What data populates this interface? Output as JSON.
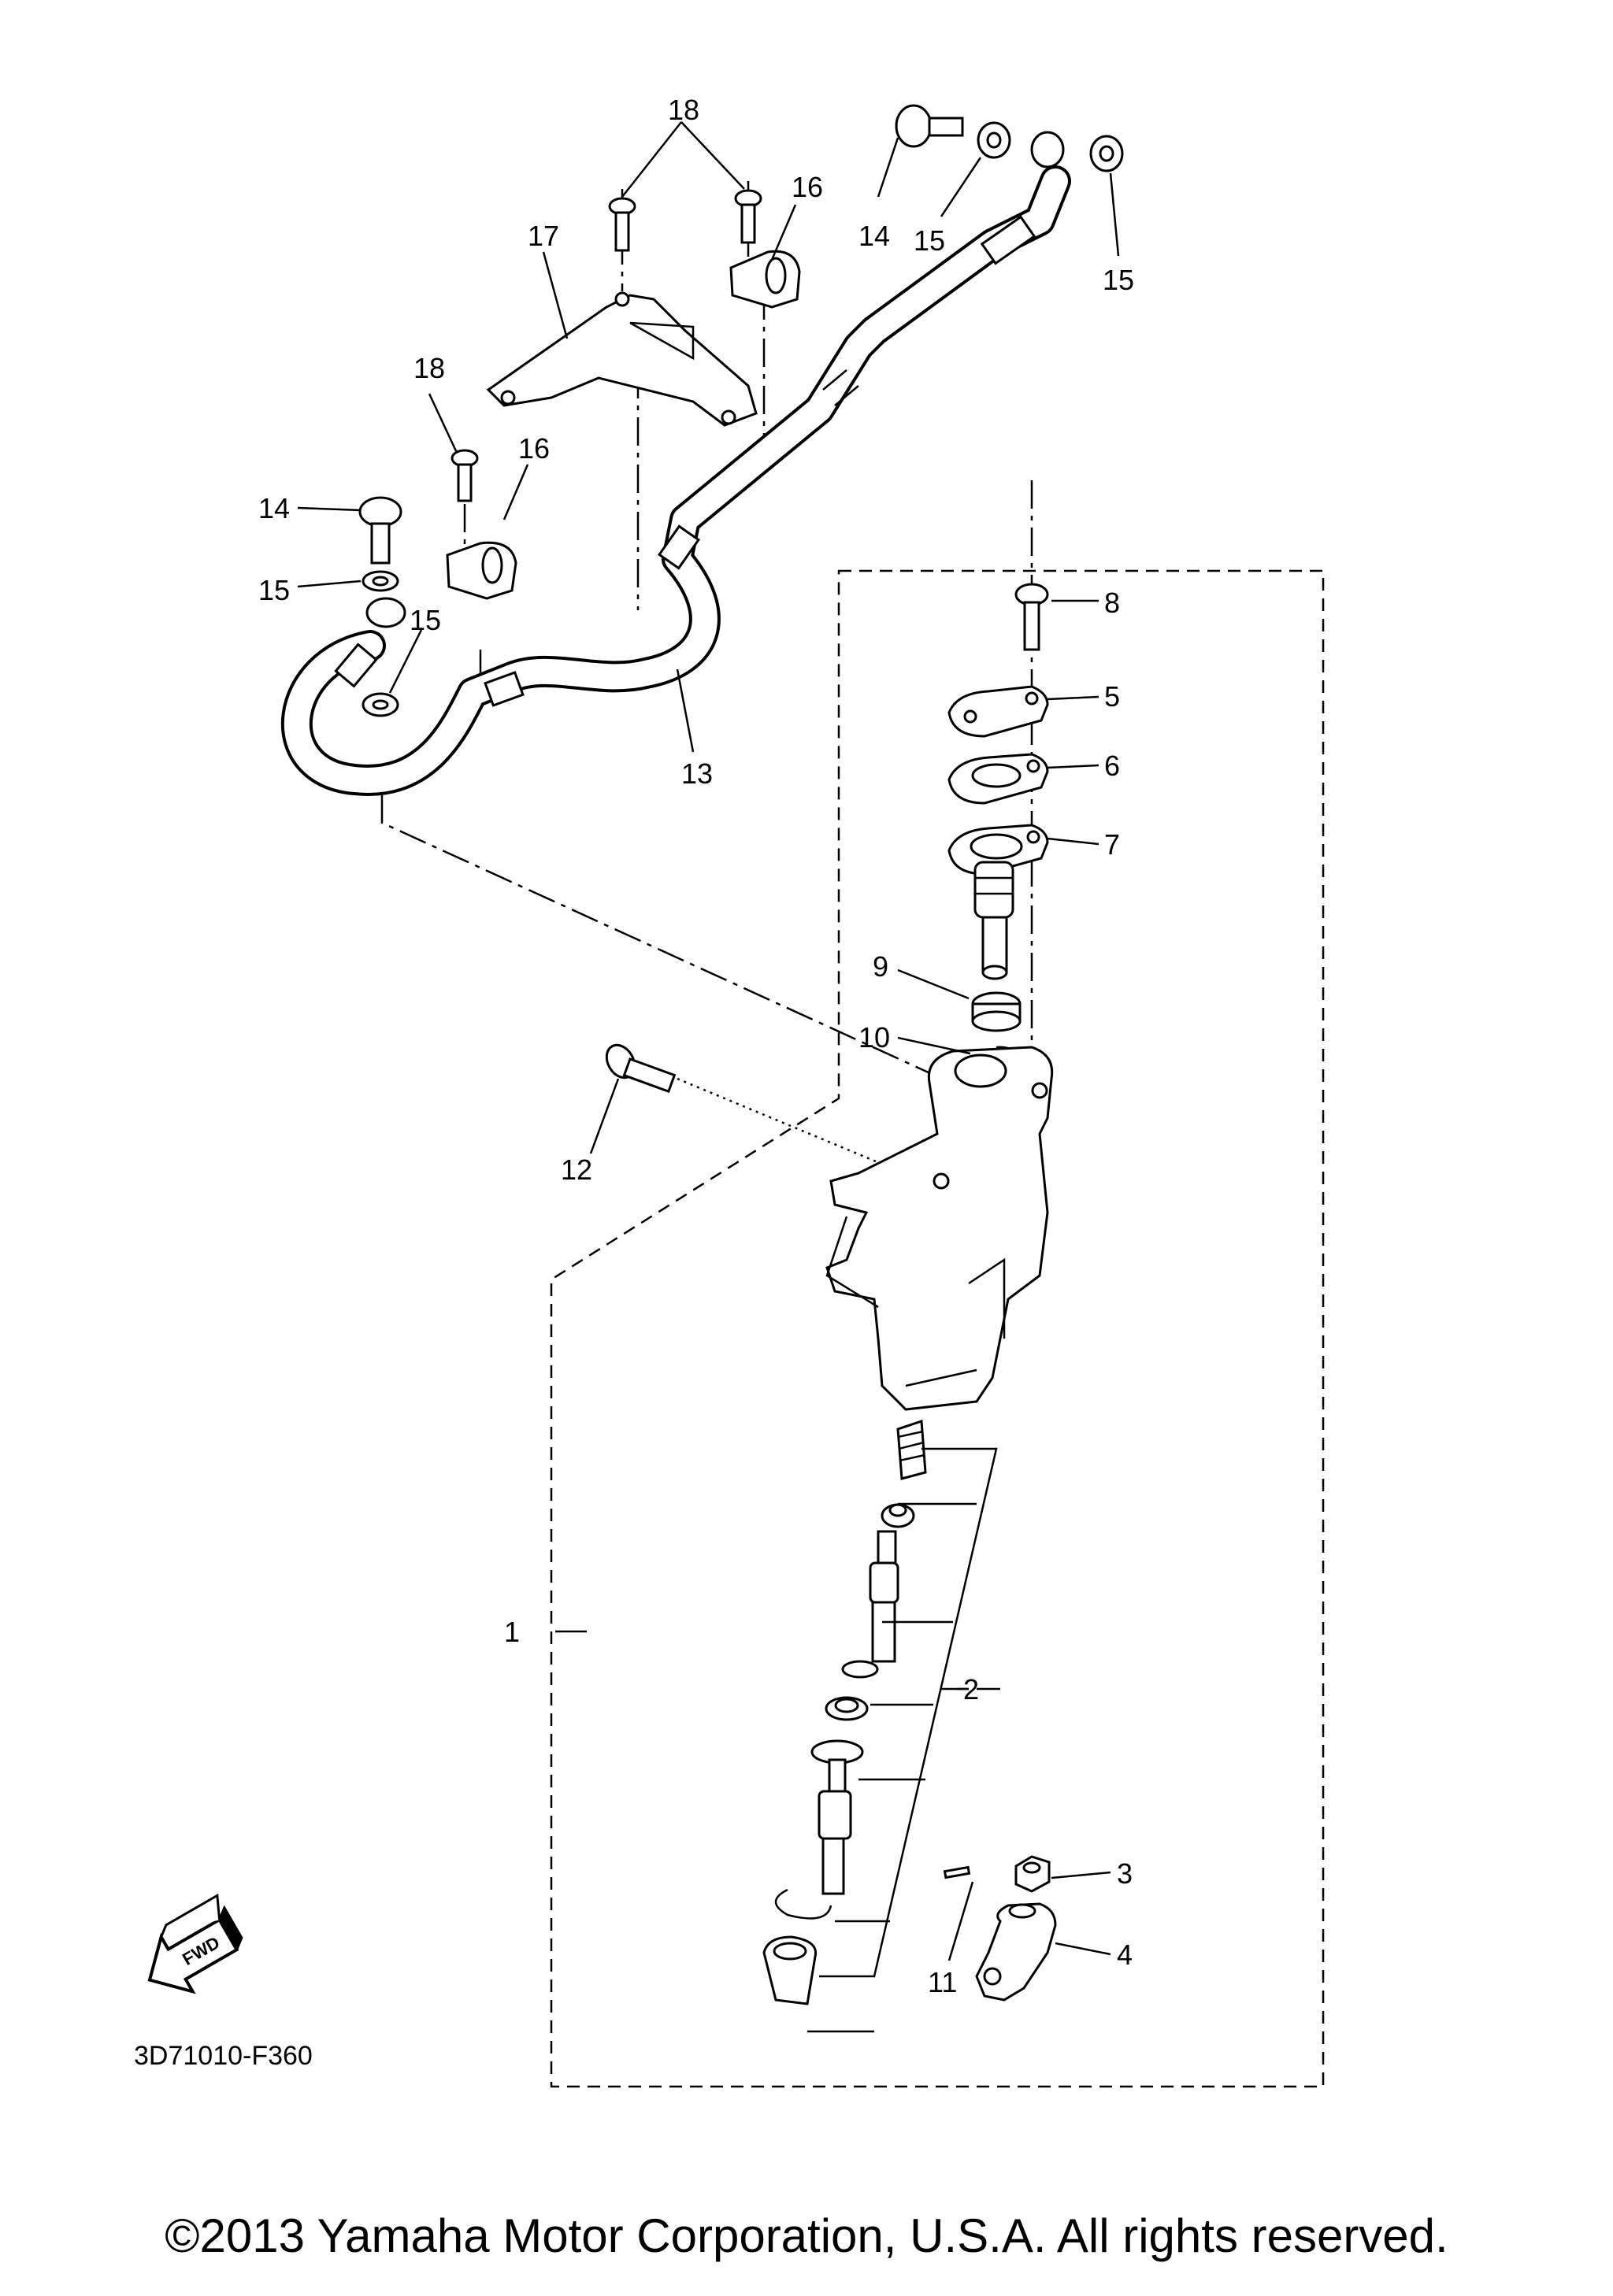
{
  "diagram": {
    "part_code": "3D71010-F360",
    "fwd_label": "FWD",
    "copyright": "©2013 Yamaha Motor Corporation, U.S.A. All rights reserved.",
    "callouts": {
      "c1": "1",
      "c2": "2",
      "c3": "3",
      "c4": "4",
      "c5": "5",
      "c6": "6",
      "c7": "7",
      "c8": "8",
      "c9": "9",
      "c10": "10",
      "c11": "11",
      "c12": "12",
      "c13": "13",
      "c14a": "14",
      "c14b": "14",
      "c15a": "15",
      "c15b": "15",
      "c15c": "15",
      "c15d": "15",
      "c16a": "16",
      "c16b": "16",
      "c17": "17",
      "c18a": "18",
      "c18b": "18"
    }
  }
}
